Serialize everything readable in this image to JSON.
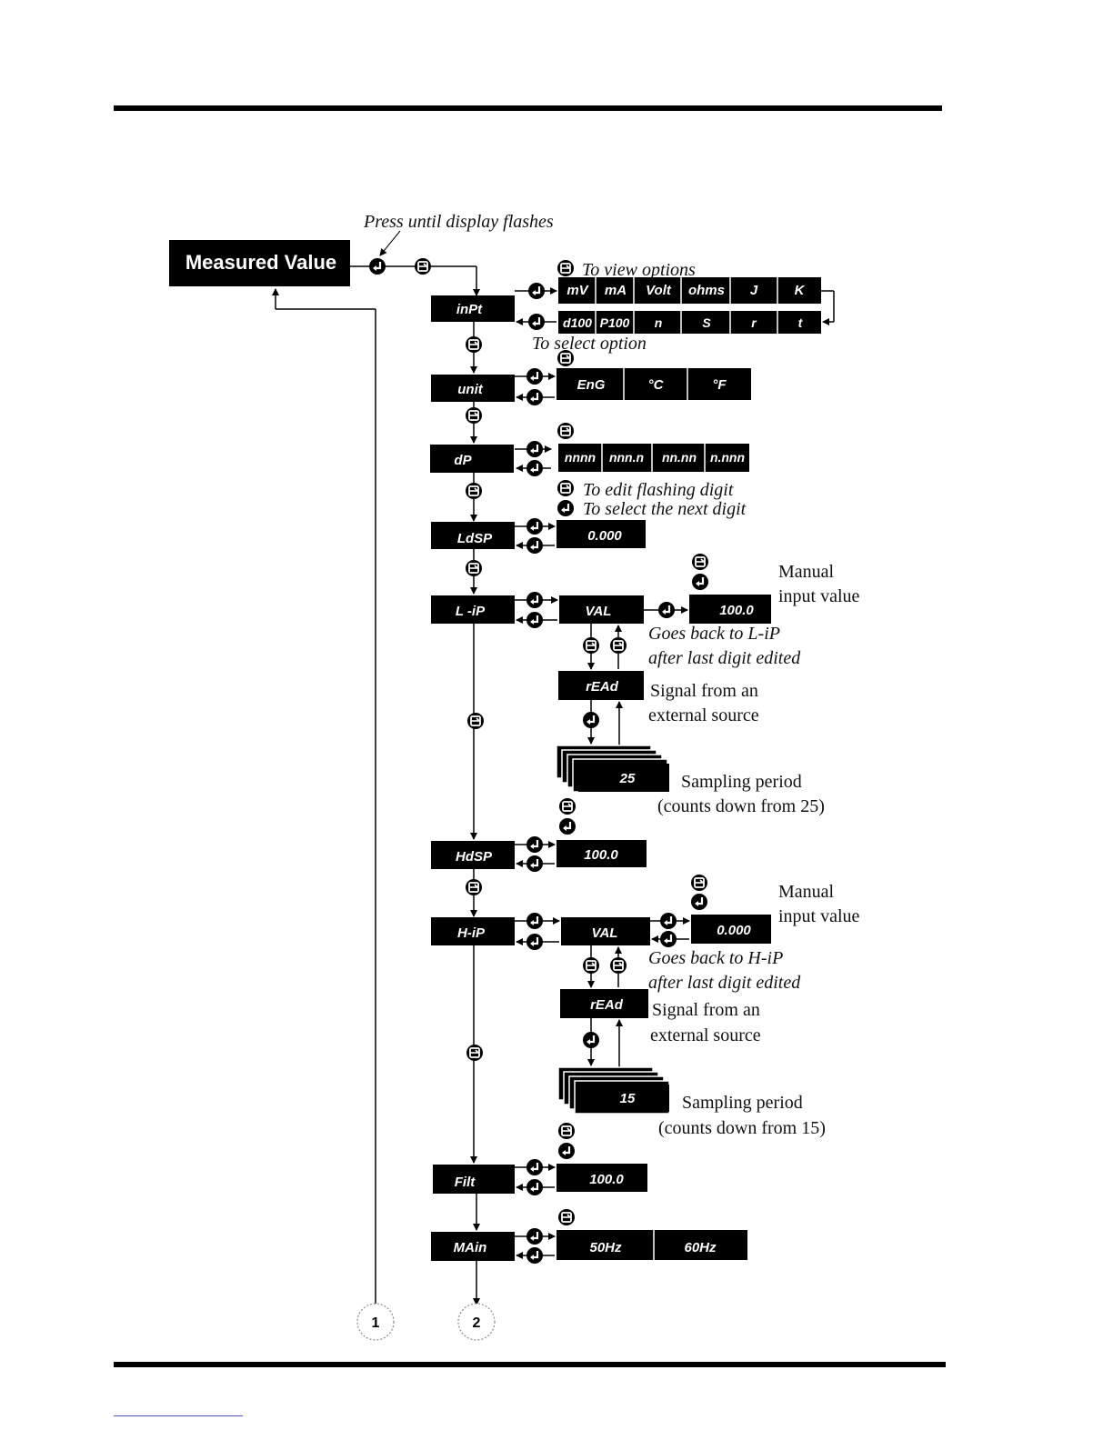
{
  "start": {
    "label": "Measured Value"
  },
  "notes": {
    "press_until": "Press until display flashes",
    "to_view_options": "To view options",
    "to_select_option": "To select option",
    "to_edit_flashing": "To edit flashing digit",
    "to_select_next": "To select the next digit",
    "manual_1": "Manual",
    "manual_2": "input value",
    "lip_back_1": "Goes back to L-iP",
    "lip_back_2": "after last digit edited",
    "hip_back_1": "Goes back to H-iP",
    "hip_back_2": "after last digit edited",
    "signal_1": "Signal from an",
    "signal_2": "external source",
    "sampling_1": "Sampling period",
    "sampling_25": "(counts down from 25)",
    "sampling_15": "(counts down from 15)"
  },
  "menus": {
    "inpt": "inPt",
    "unit": "unit",
    "dp": "dP",
    "ldsp": "LdSP",
    "lip": "L -iP",
    "hdsp": "HdSP",
    "hip": "H-iP",
    "filt": "Filt",
    "main": "MAin"
  },
  "inpt_options_row1": [
    "mV",
    "mA",
    "Volt",
    "ohms",
    "J",
    "K"
  ],
  "inpt_options_row2": [
    "d100",
    "P100",
    "n",
    "S",
    "r",
    "t"
  ],
  "unit_options": [
    "EnG",
    "°C",
    "°F"
  ],
  "dp_options": [
    "nnnn",
    "nnn.n",
    "nn.nn",
    "n.nnn"
  ],
  "ldsp_value": "0.000",
  "lip": {
    "val": "VAL",
    "manual_value": "100.0",
    "read": "rEAd",
    "sampling": "25"
  },
  "hdsp_value": "100.0",
  "hip": {
    "val": "VAL",
    "manual_value": "0.000",
    "read": "rEAd",
    "sampling": "15"
  },
  "filt_value": "100.0",
  "main_options": [
    "50Hz",
    "60Hz"
  ],
  "connectors": [
    "1",
    "2"
  ]
}
